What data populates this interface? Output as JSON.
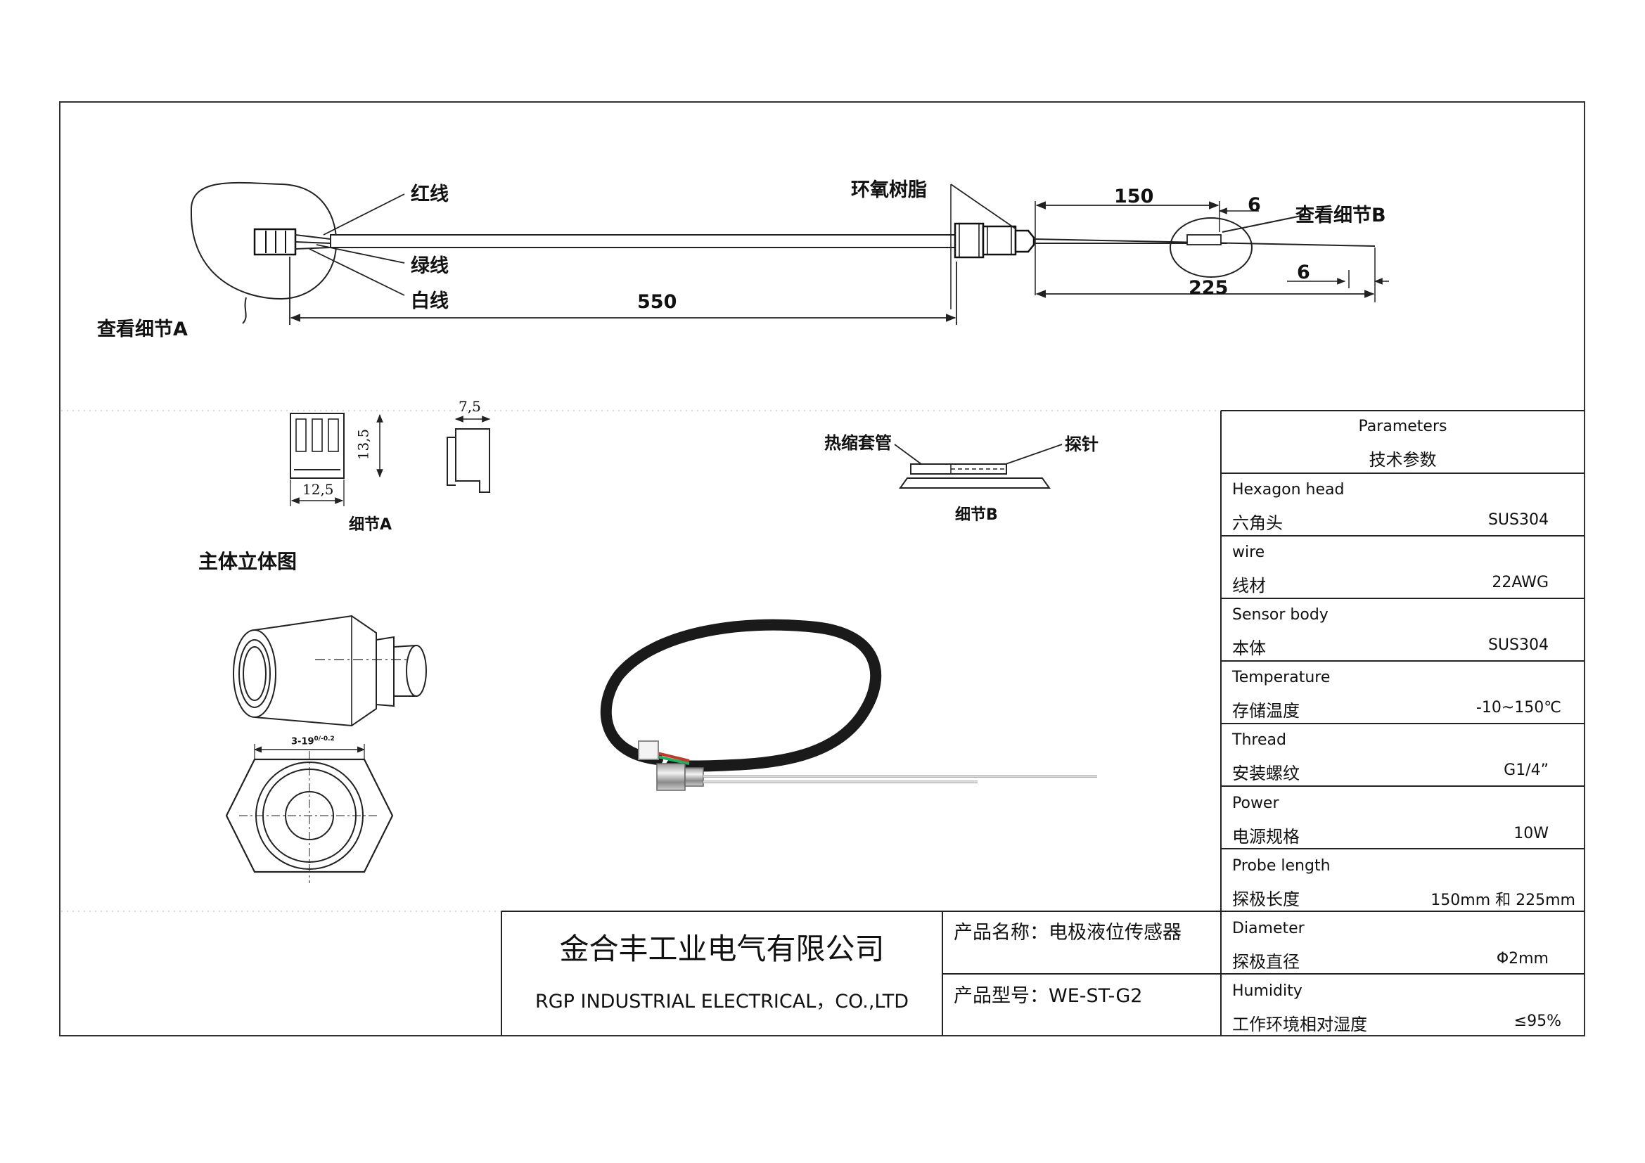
{
  "drawing": {
    "labels": {
      "red_wire": "红线",
      "green_wire": "绿线",
      "white_wire": "白线",
      "epoxy": "环氧树脂",
      "detail_a_view": "查看细节A",
      "detail_b_view": "查看细节B",
      "heat_shrink": "热缩套管",
      "probe": "探针",
      "detail_a": "细节A",
      "detail_b": "细节B",
      "main_3d_view": "主体立体图"
    },
    "dimensions": {
      "cable_length": "550",
      "probe_short": "150",
      "probe_long": "225",
      "gap_top": "6",
      "gap_bottom": "6",
      "connector_width": "12,5",
      "connector_height": "13,5",
      "connector_depth": "7,5",
      "hex_spec_main": "3-19",
      "hex_spec_tol": "0/-0.2"
    }
  },
  "params": {
    "title_en": "Parameters",
    "title_cn": "技术参数",
    "rows": [
      {
        "en": "Hexagon head",
        "cn": "六角头",
        "value": "SUS304"
      },
      {
        "en": "wire",
        "cn": "线材",
        "value": "22AWG"
      },
      {
        "en": "Sensor body",
        "cn": "本体",
        "value": "SUS304"
      },
      {
        "en": "Temperature",
        "cn": "存储温度",
        "value": "-10~150℃"
      },
      {
        "en": "Thread",
        "cn": "安装螺纹",
        "value": "G1/4”"
      },
      {
        "en": "Power",
        "cn": "电源规格",
        "value": "10W"
      },
      {
        "en": "Probe length",
        "cn": "探极长度",
        "value": "150mm 和 225mm"
      },
      {
        "en": "Diameter",
        "cn": "探极直径",
        "value": "Φ2mm"
      },
      {
        "en": "Humidity",
        "cn": "工作环境相对湿度",
        "value": "≤95%"
      }
    ]
  },
  "title_block": {
    "company_cn": "金合丰工业电气有限公司",
    "company_en": "RGP INDUSTRIAL ELECTRICAL，CO.,LTD",
    "product_name": "产品名称：电极液位传感器",
    "product_model": "产品型号：WE-ST-G2"
  }
}
